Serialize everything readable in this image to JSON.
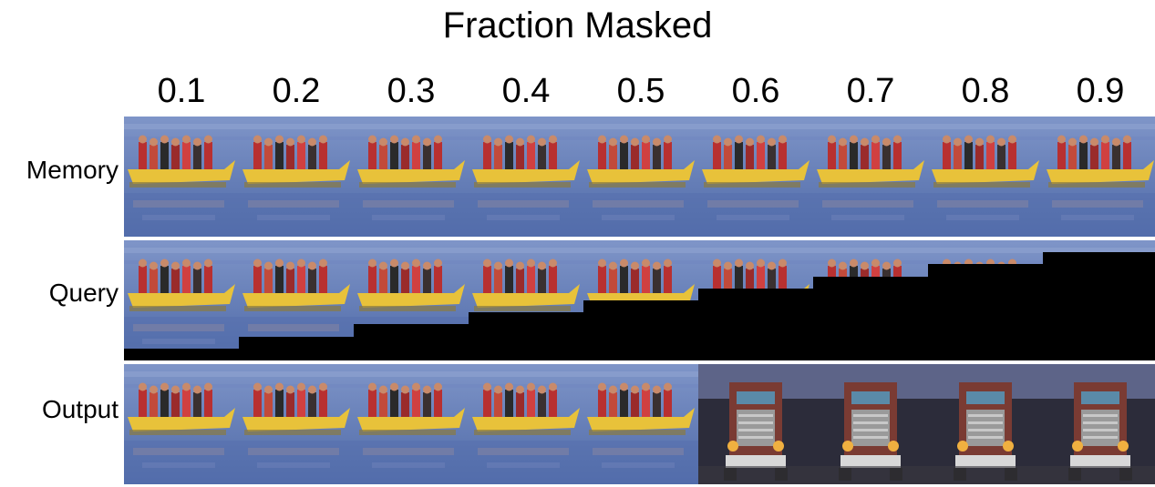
{
  "title": "Fraction Masked",
  "fractions": [
    "0.1",
    "0.2",
    "0.3",
    "0.4",
    "0.5",
    "0.6",
    "0.7",
    "0.8",
    "0.9"
  ],
  "rows": [
    {
      "key": "memory",
      "label": "Memory"
    },
    {
      "key": "query",
      "label": "Query"
    },
    {
      "key": "output",
      "label": "Output"
    }
  ],
  "query_mask_fraction": [
    0.1,
    0.2,
    0.3,
    0.4,
    0.5,
    0.6,
    0.7,
    0.8,
    0.9
  ],
  "output_image": [
    "boat",
    "boat",
    "boat",
    "boat",
    "boat",
    "truck",
    "truck",
    "truck",
    "truck"
  ],
  "colors": {
    "sky": "#7f95c8",
    "water": "#4f6aa8",
    "boat": "#e8c23a",
    "mask": "#000000"
  }
}
